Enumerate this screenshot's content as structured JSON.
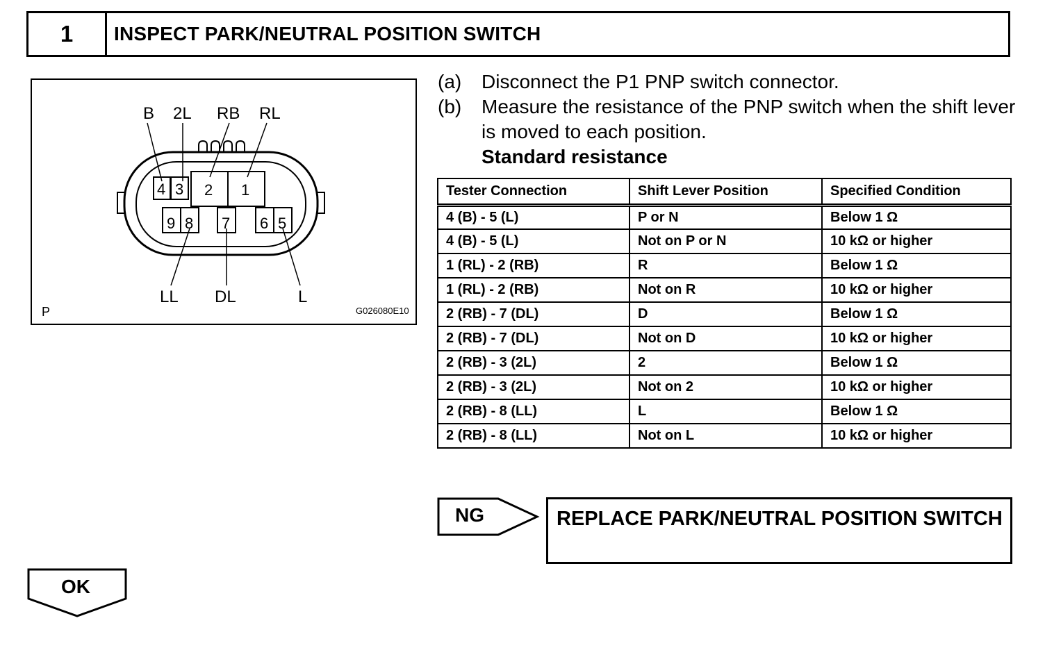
{
  "step": {
    "number": "1",
    "title": "INSPECT PARK/NEUTRAL POSITION SWITCH"
  },
  "diagram": {
    "top_labels": [
      "B",
      "2L",
      "RB",
      "RL"
    ],
    "bottom_labels": [
      "LL",
      "DL",
      "L"
    ],
    "pins": [
      "4",
      "3",
      "2",
      "1",
      "9",
      "8",
      "7",
      "6",
      "5"
    ],
    "corner_label": "P",
    "figure_code": "G026080E10"
  },
  "instructions": [
    {
      "key": "(a)",
      "text": "Disconnect the P1 PNP switch connector."
    },
    {
      "key": "(b)",
      "text": "Measure the resistance of the PNP switch when the shift lever is moved to each position."
    }
  ],
  "standard_title": "Standard resistance",
  "table": {
    "headers": [
      "Tester Connection",
      "Shift Lever Position",
      "Specified Condition"
    ],
    "rows": [
      [
        "4 (B) - 5 (L)",
        "P or N",
        "Below 1 Ω"
      ],
      [
        "4 (B) - 5 (L)",
        "Not on P or N",
        "10 kΩ or higher"
      ],
      [
        "1 (RL) - 2 (RB)",
        "R",
        "Below 1 Ω"
      ],
      [
        "1 (RL) - 2 (RB)",
        "Not on R",
        "10 kΩ or higher"
      ],
      [
        "2 (RB) - 7 (DL)",
        "D",
        "Below 1 Ω"
      ],
      [
        "2 (RB) - 7 (DL)",
        "Not on D",
        "10 kΩ or higher"
      ],
      [
        "2 (RB) - 3 (2L)",
        "2",
        "Below 1 Ω"
      ],
      [
        "2 (RB) - 3 (2L)",
        "Not on 2",
        "10 kΩ or higher"
      ],
      [
        "2 (RB) - 8 (LL)",
        "L",
        "Below 1 Ω"
      ],
      [
        "2 (RB) - 8 (LL)",
        "Not on L",
        "10 kΩ or higher"
      ]
    ]
  },
  "ng": {
    "label": "NG",
    "result": "REPLACE PARK/NEUTRAL POSITION SWITCH"
  },
  "ok": {
    "label": "OK"
  }
}
